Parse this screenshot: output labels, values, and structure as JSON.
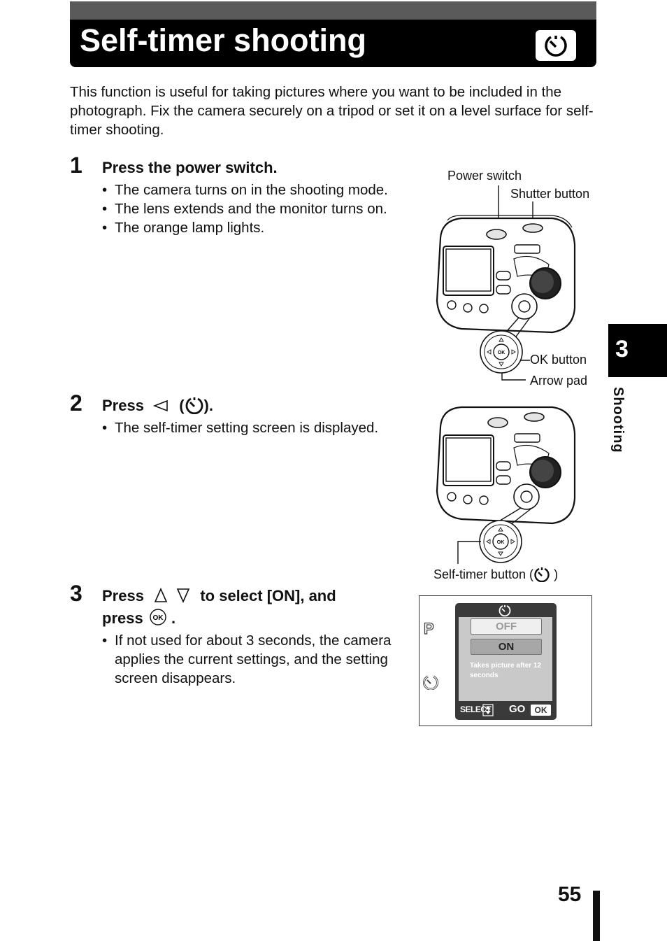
{
  "header": {
    "title": "Self-timer shooting",
    "icon": "self-timer-icon"
  },
  "intro": "This function is useful for taking pictures where you want to be included in the photograph. Fix the camera securely on a tripod or set it on a level surface for self-timer shooting.",
  "steps": [
    {
      "number": "1",
      "heading": "Press the power switch.",
      "bullets": [
        "The camera turns on in the shooting mode.",
        "The lens extends and the monitor turns on.",
        "The orange lamp lights."
      ]
    },
    {
      "number": "2",
      "heading_pre": "Press",
      "heading_post": ").",
      "bullets": [
        "The self-timer setting screen is displayed."
      ]
    },
    {
      "number": "3",
      "heading_pre": "Press",
      "heading_mid": "to select [ON], and",
      "heading_line2": "press",
      "heading_end": ".",
      "bullets": [
        "If not used for about 3 seconds, the camera applies the current settings, and the setting screen disappears."
      ]
    }
  ],
  "figure1": {
    "power_switch": "Power switch",
    "shutter_button": "Shutter button",
    "ok_button": "OK button",
    "arrow_pad": "Arrow pad"
  },
  "figure2": {
    "self_timer_button": "Self-timer button (",
    "close": ")"
  },
  "screen": {
    "mode": "P",
    "off": "OFF",
    "on": "ON",
    "message": "Takes picture after 12 seconds",
    "select": "SELECT",
    "go": "GO",
    "ok": "OK"
  },
  "ok_glyph": "OK",
  "chapter": {
    "number": "3",
    "label": "Shooting"
  },
  "page_number": "55"
}
